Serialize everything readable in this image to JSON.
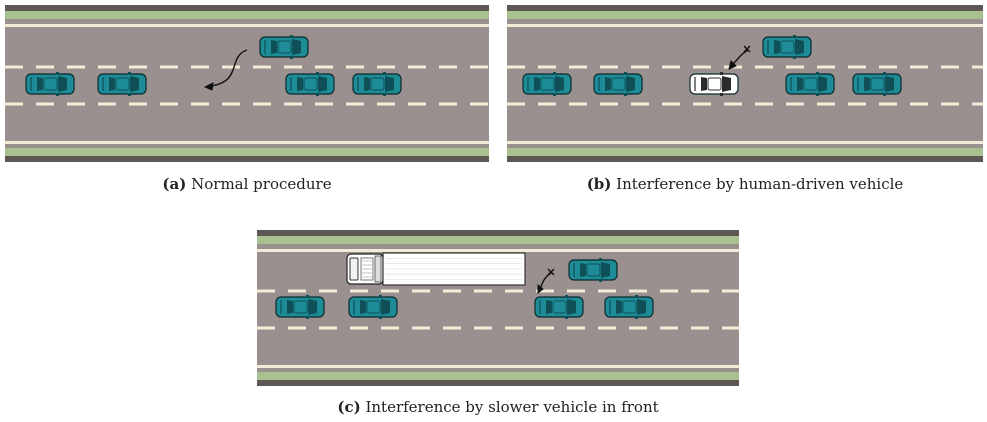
{
  "panels": [
    {
      "id": "a",
      "label": "(a)",
      "caption": "Normal procedure",
      "scenario": "normal-merge",
      "merge_blocked": false
    },
    {
      "id": "b",
      "label": "(b)",
      "caption": "Interference by human-driven vehicle",
      "scenario": "human-driven-interference",
      "merge_blocked": true
    },
    {
      "id": "c",
      "label": "(c)",
      "caption": "Interference by slower vehicle in front",
      "scenario": "slow-truck-interference",
      "merge_blocked": true
    }
  ],
  "colors": {
    "road": "#9b9090",
    "grass": "#a9c08f",
    "shoulder_dark": "#5d5755",
    "lane_marking": "#f3ecd6",
    "car_teal": "#1d8c96",
    "car_teal_dark": "#0f4f57",
    "car_white": "#ffffff",
    "blocked_mark": "#111111"
  },
  "icons": {
    "autonomous_car": "teal-car-icon",
    "human_car": "white-car-icon",
    "truck": "truck-icon",
    "trajectory": "curved-arrow-icon",
    "blocked": "x-mark-icon"
  }
}
